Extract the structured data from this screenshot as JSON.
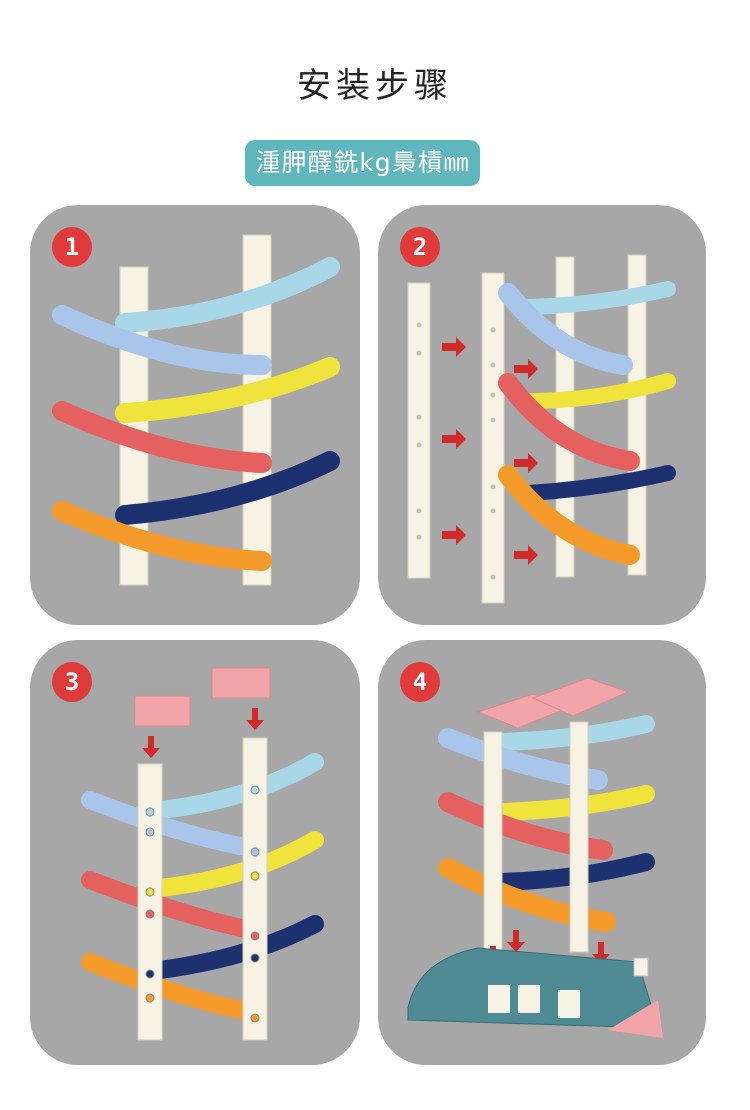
{
  "header": {
    "title": "安装步骤",
    "subtitle": "湩胛醳銑kg梟樍㎜"
  },
  "steps": [
    {
      "number": "1"
    },
    {
      "number": "2"
    },
    {
      "number": "3"
    },
    {
      "number": "4"
    }
  ],
  "colors": {
    "panel": "#a7a7a7",
    "badge": "#e03a3a",
    "subtitle_bg": "#5fb6bc",
    "track_light_blue": "#a8d8e8",
    "track_periwinkle": "#a9c6ea",
    "track_yellow": "#f0e33c",
    "track_red": "#e5615f",
    "track_navy": "#1d3170",
    "track_orange": "#f39a2b",
    "post": "#f6f2e4",
    "roof_pink": "#f2a5a8",
    "base_teal": "#4f8b95",
    "arrow": "#d12a2a"
  }
}
